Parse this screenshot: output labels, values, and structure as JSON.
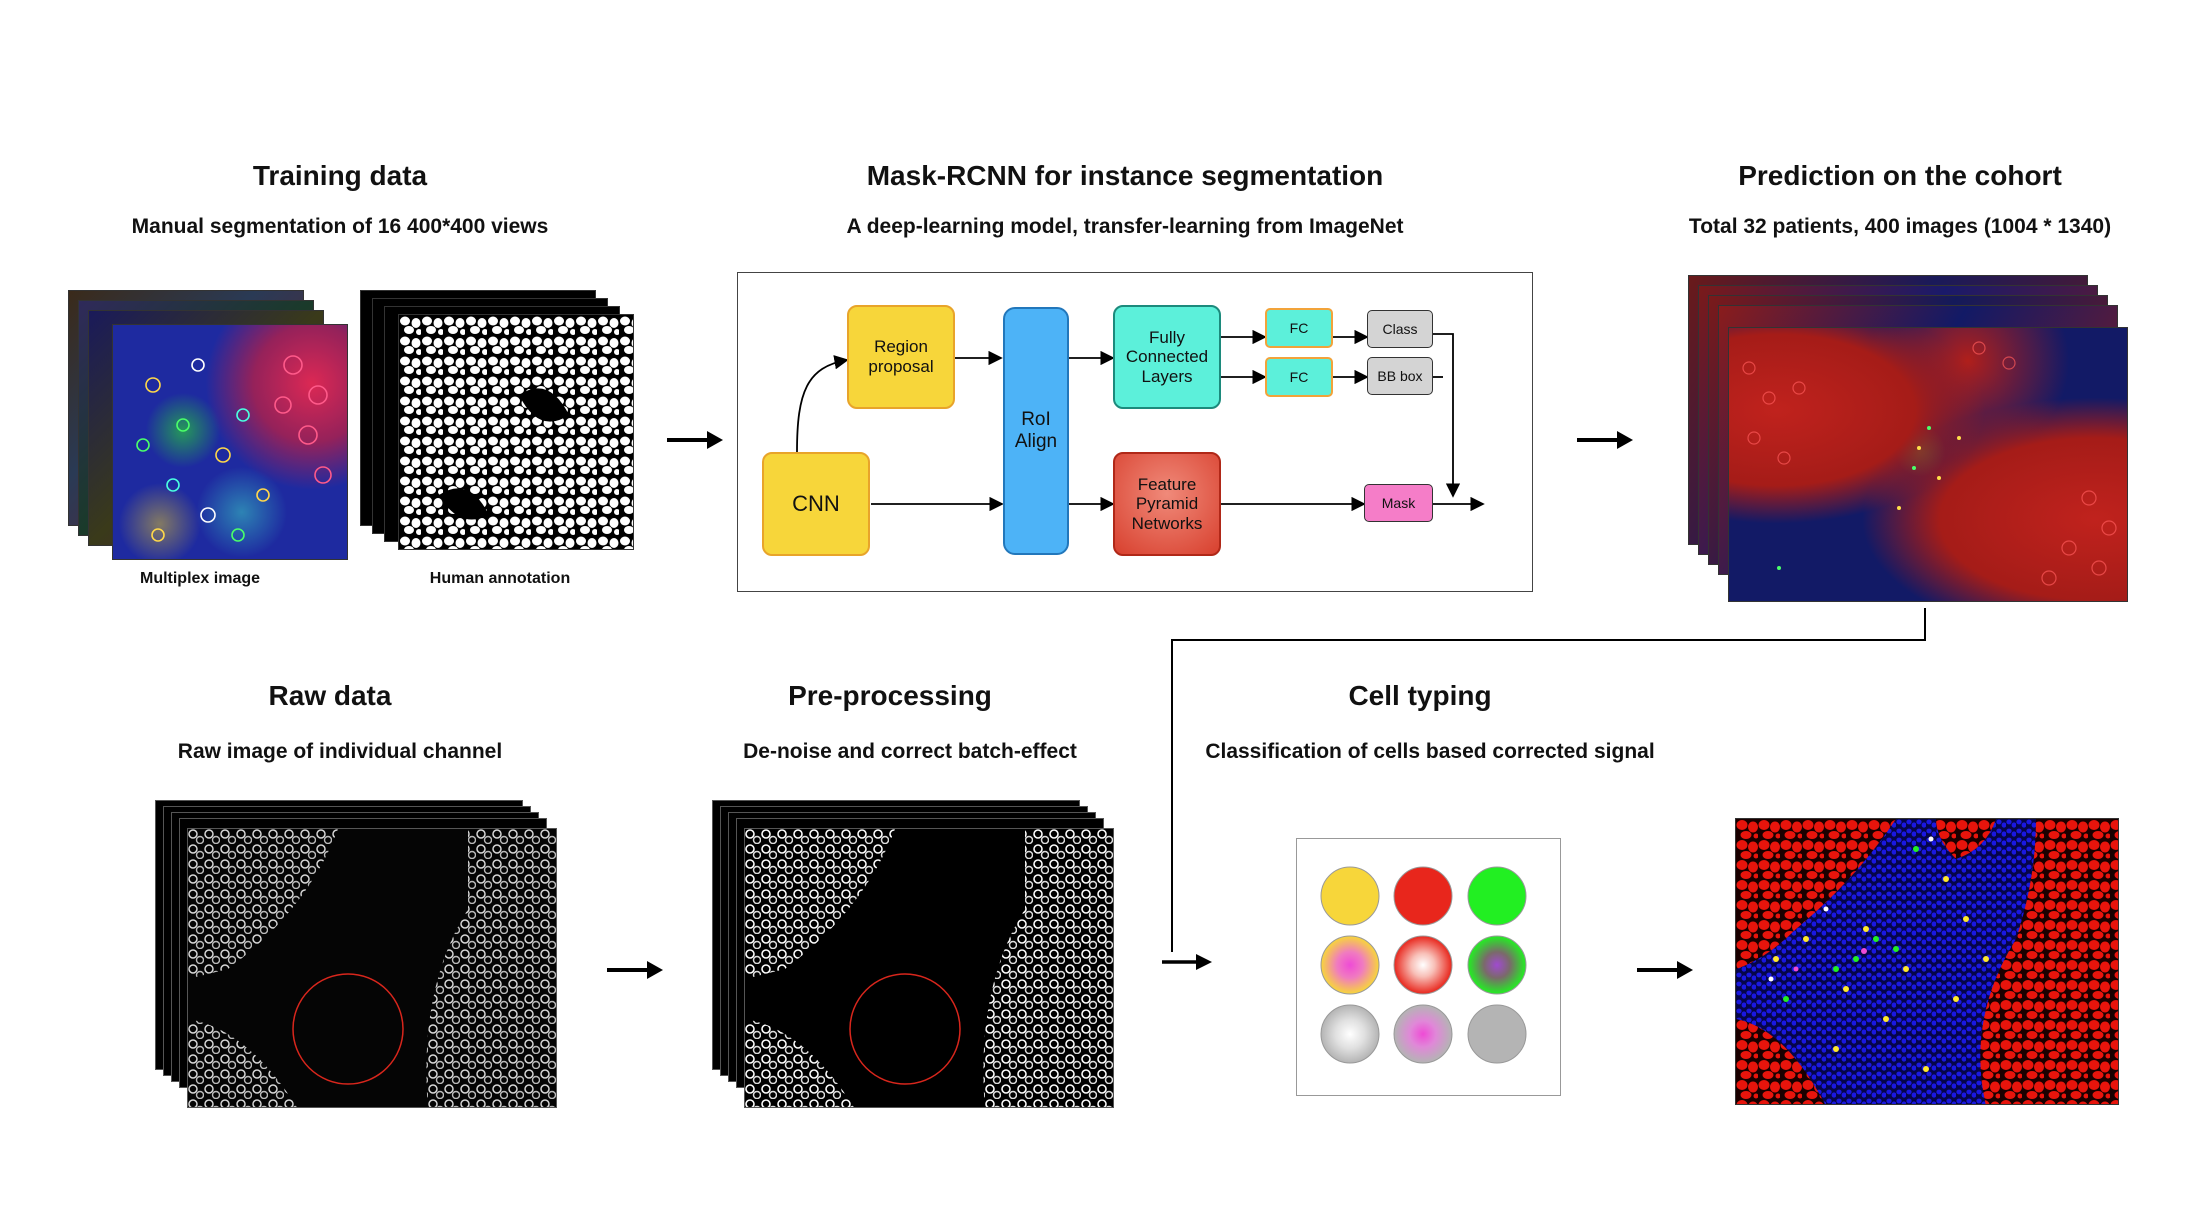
{
  "sections": {
    "training": {
      "title": "Training data",
      "subtitle": "Manual segmentation of 16 400*400 views",
      "caption_left": "Multiplex image",
      "caption_right": "Human annotation"
    },
    "maskrcnn": {
      "title": "Mask-RCNN for instance segmentation",
      "subtitle": "A deep-learning model, transfer-learning from ImageNet",
      "nodes": {
        "cnn": "CNN",
        "region_proposal": "Region proposal",
        "roi_align_line1": "RoI",
        "roi_align_line2": "Align",
        "fully_connected": "Fully Connected Layers",
        "feature_pyramid": "Feature Pyramid Networks",
        "fc1": "FC",
        "fc2": "FC",
        "class": "Class",
        "bbox": "BB box",
        "mask": "Mask"
      }
    },
    "prediction": {
      "title": "Prediction on the cohort",
      "subtitle": "Total 32 patients, 400 images (1004 * 1340)"
    },
    "raw": {
      "title": "Raw data",
      "subtitle": "Raw image of individual channel"
    },
    "preprocessing": {
      "title": "Pre-processing",
      "subtitle": "De-noise and correct batch-effect"
    },
    "celltyping": {
      "title": "Cell typing",
      "subtitle": "Classification of cells based corrected signal"
    }
  },
  "colors": {
    "yellow": "#f7d63a",
    "red": "#e8261c",
    "green": "#22ef22",
    "magenta": "#ef4bd6",
    "grey": "#b4b4b4",
    "blue_node": "#4db3f7",
    "teal_node": "#5cf0da",
    "red_node": "#e05a4a",
    "pink_node": "#f57dc8",
    "orange_border": "#f2a33a",
    "tissue_red": "#c0221d",
    "tissue_blue": "#121a66",
    "map_blue": "#1412c8"
  }
}
